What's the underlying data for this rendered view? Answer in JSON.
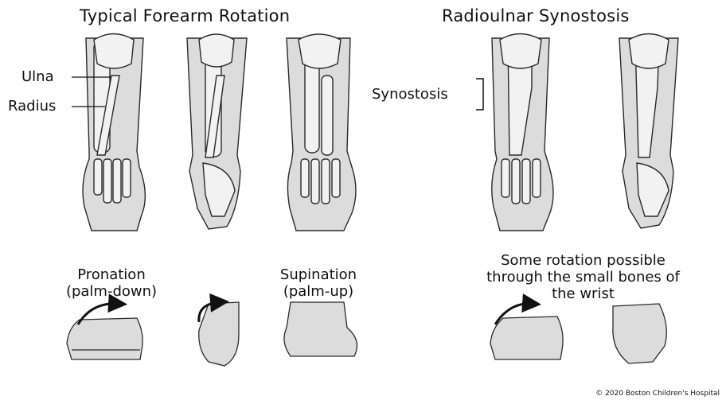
{
  "titles": {
    "typical": "Typical Forearm Rotation",
    "synostosis": "Radioulnar Synostosis"
  },
  "labels": {
    "ulna": "Ulna",
    "radius": "Radius",
    "synostosis": "Synostosis"
  },
  "captions": {
    "pronation": "Pronation\n(palm-down)",
    "supination": "Supination\n(palm-up)",
    "wrist_note": "Some rotation possible\nthrough the small bones of\nthe wrist"
  },
  "copyright": "© 2020 Boston Children's Hospital",
  "colors": {
    "skin": "#dcdcdc",
    "bone": "#f2f2f2",
    "outline": "#2a2a2a",
    "arrow": "#111111"
  }
}
